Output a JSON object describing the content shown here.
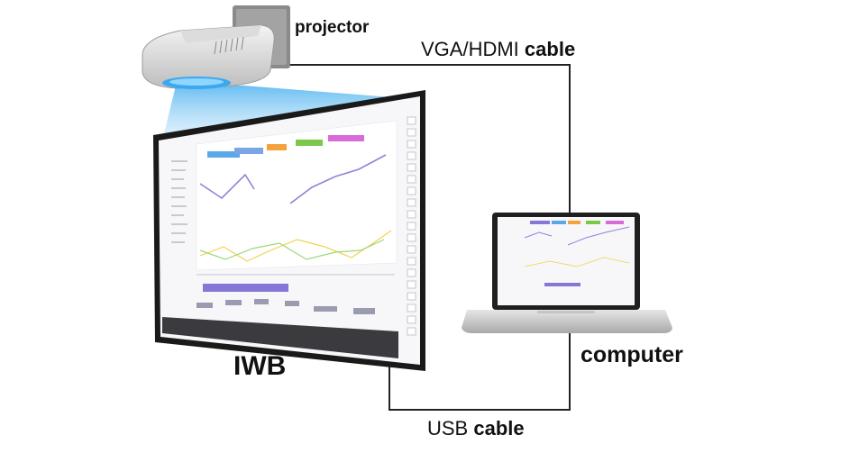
{
  "labels": {
    "projector": "projector",
    "vga_prefix": "VGA/HDMI",
    "vga_suffix": "cable",
    "usb_prefix": "USB",
    "usb_suffix": "cable",
    "computer": "computer",
    "iwb": "IWB"
  },
  "colors": {
    "cable": "#222222",
    "beam": "#8fd0f5",
    "board_frame": "#1a1a1a",
    "chart_purple": "#8f83d9",
    "chart_yellow": "#f2d24a",
    "chart_green": "#9dd87a",
    "tab_blue": "#5aa8e8",
    "tab_orange": "#f5a23c",
    "tab_green": "#7cc84a",
    "tab_pink": "#d96ad9",
    "timeline_bar": "#8577d6"
  },
  "icons": [
    "projector-icon",
    "interactive-whiteboard-icon",
    "laptop-icon"
  ]
}
